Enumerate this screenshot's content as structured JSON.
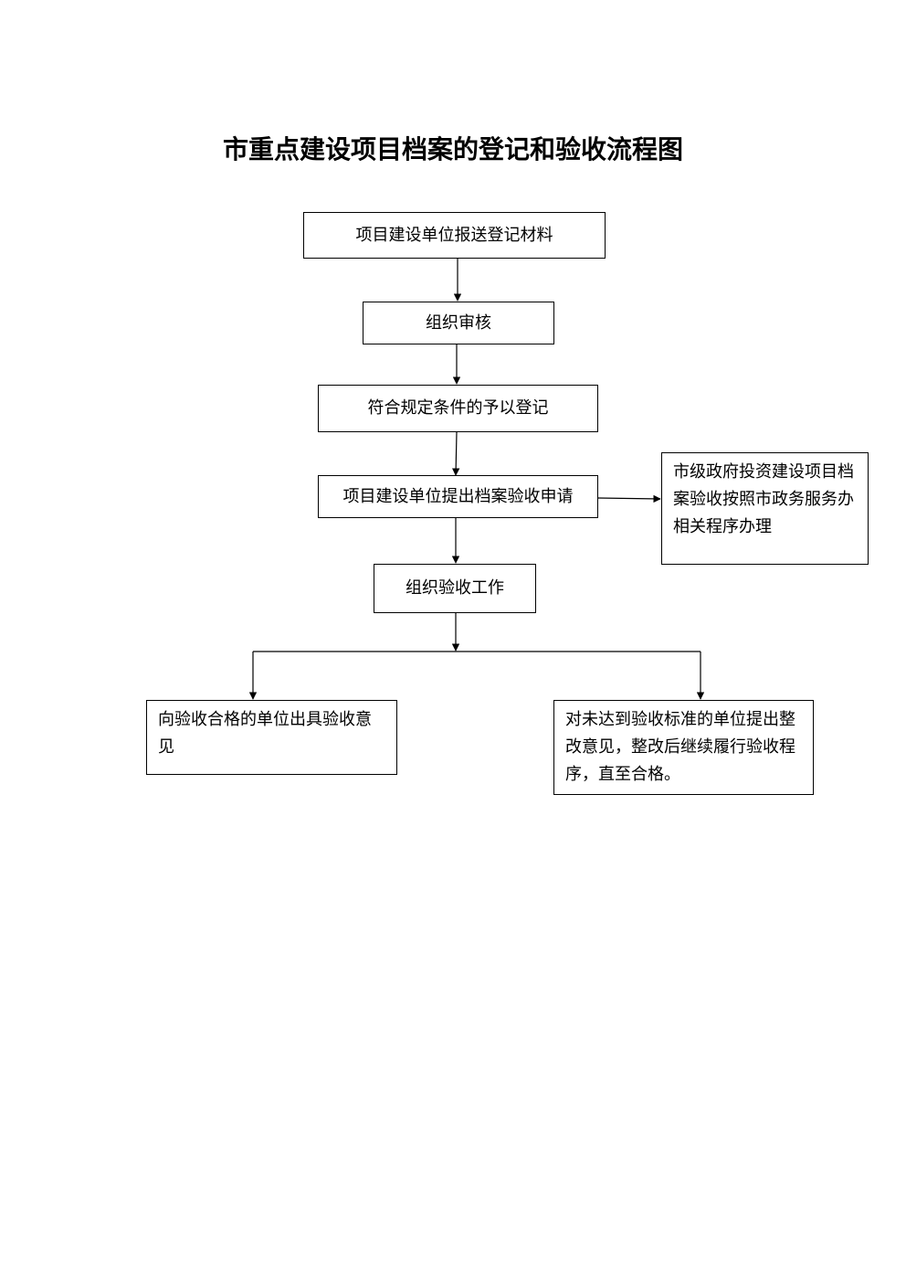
{
  "title": "市重点建设项目档案的登记和验收流程图",
  "steps": {
    "submit": "项目建设单位报送登记材料",
    "review": "组织审核",
    "register": "符合规定条件的予以登记",
    "apply": "项目建设单位提出档案验收申请",
    "gov_invest": "市级政府投资建设项目档案验收按照市政务服务办相关程序办理",
    "organize": "组织验收工作",
    "pass": "向验收合格的单位出具验收意见",
    "fail": "对未达到验收标准的单位提出整改意见，整改后继续履行验收程序，直至合格。"
  },
  "colors": {
    "line": "#000000",
    "background": "#ffffff"
  }
}
